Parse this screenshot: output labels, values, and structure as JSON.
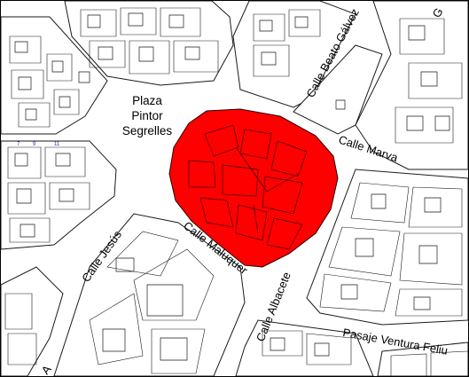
{
  "map": {
    "colors": {
      "background": "#ffffff",
      "lines": "#1a1a1a",
      "highlight": "#ff0000",
      "numbers": "#1a33c8"
    },
    "plaza": {
      "line1": "Plaza",
      "line2": "Pintor",
      "line3": "Segrelles"
    },
    "streets": {
      "gaspar_bono_fragment": "G",
      "beato_galvez": "Calle Beato Gálvez",
      "marva": "Calle Marva",
      "jesus": "Calle Jesús",
      "maluquer": "Calle Maluquer",
      "albacete": "Calle Albacete",
      "ventura_feliu": "Pasaje Ventura Feliu",
      "bottom_fragment": "A"
    },
    "highlighted_block": {
      "state": "selected"
    }
  }
}
